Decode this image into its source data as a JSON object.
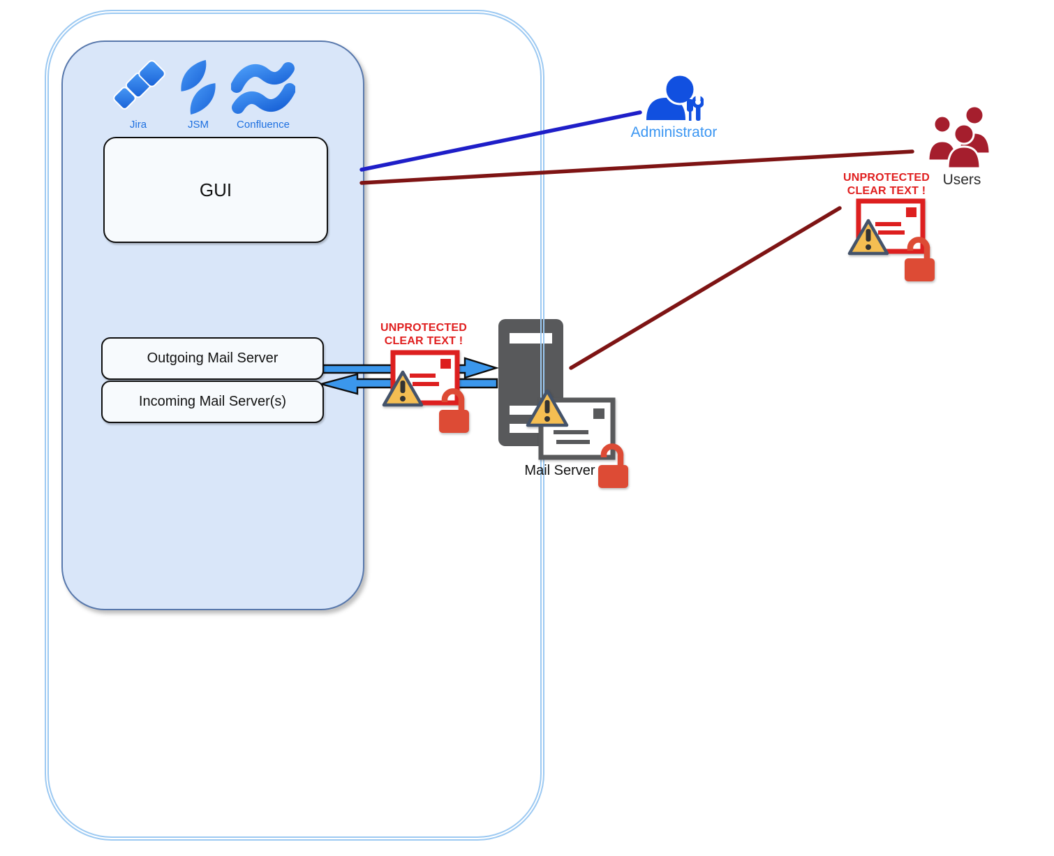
{
  "diagram": {
    "products": [
      {
        "label": "Jira"
      },
      {
        "label": "JSM"
      },
      {
        "label": "Confluence"
      }
    ],
    "nodes": {
      "gui": {
        "label": "GUI"
      },
      "outgoing": {
        "label": "Outgoing Mail Server"
      },
      "incoming": {
        "label": "Incoming Mail Server(s)"
      },
      "mail_server": {
        "label": "Mail Server"
      },
      "administrator": {
        "label": "Administrator"
      },
      "users": {
        "label": "Users"
      }
    },
    "warnings": [
      {
        "line1": "UNPROTECTED",
        "line2": "CLEAR TEXT !"
      },
      {
        "line1": "UNPROTECTED",
        "line2": "CLEAR TEXT !"
      }
    ],
    "icons": [
      "jira-logo-icon",
      "jsm-logo-icon",
      "confluence-logo-icon",
      "administrator-icon",
      "users-icon",
      "mail-server-icon",
      "envelope-icon",
      "warning-triangle-icon",
      "open-lock-icon"
    ],
    "colors": {
      "outer_border": "#9CC9F2",
      "inner_fill": "#D9E6F9",
      "inner_border": "#5878AC",
      "node_fill": "#F7FAFD",
      "node_border": "#0D0D0D",
      "logo_blue": "#1D6FE0",
      "admin_blue": "#1150E0",
      "admin_label_blue": "#3B96F2",
      "users_crimson": "#A51E2D",
      "server_gray": "#58595B",
      "arrow_blue": "#3B97EC",
      "line_blue": "#1E1EC8",
      "line_maroon": "#7E1414",
      "warning_text_red": "#E01F1F",
      "envelope_red": "#DD1F1F",
      "lock_red": "#DD4B35",
      "triangle_fill": "#F5BE52",
      "triangle_border": "#44536A"
    }
  }
}
